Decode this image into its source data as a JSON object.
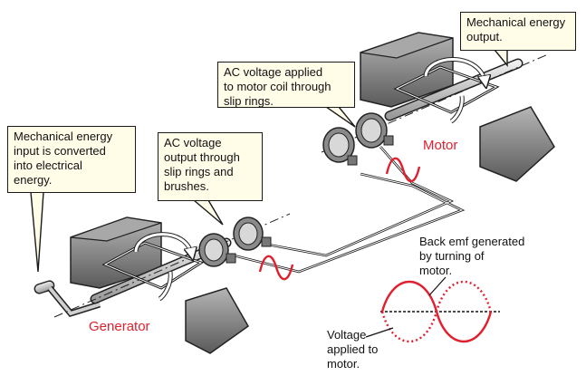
{
  "callouts": {
    "mech_input": "Mechanical energy\ninput is converted\ninto electrical\nenergy.",
    "ac_output": "AC voltage\noutput through\nslip rings and\nbrushes.",
    "ac_applied": "AC voltage applied\nto motor coil through\nslip rings.",
    "mech_output": "Mechanical energy\noutput."
  },
  "labels": {
    "generator": "Generator",
    "motor": "Motor",
    "back_emf": "Back emf generated\nby turning of\nmotor.",
    "voltage_applied": "Voltage\napplied to\nmotor."
  },
  "colors": {
    "magnet_gray": "#8a8a8a",
    "wave_red": "#e0202e",
    "callout_fill": "#fffce8"
  }
}
